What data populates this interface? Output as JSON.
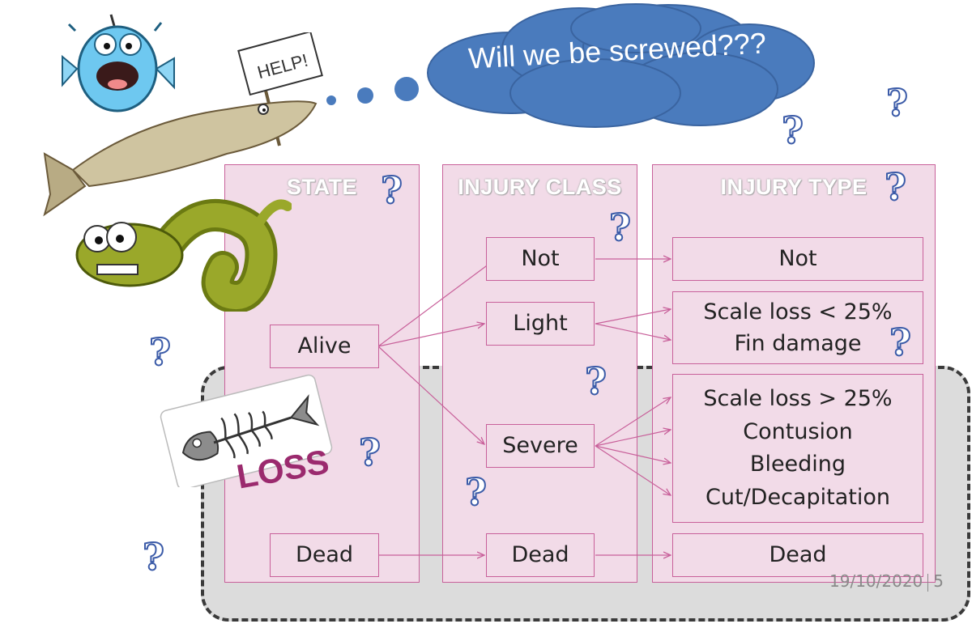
{
  "cloud_text": "Will we be screwed???",
  "help_sign": "HELP!",
  "loss_label": "LOSS",
  "columns": {
    "state": "STATE",
    "injury_class": "INJURY CLASS",
    "injury_type": "INJURY TYPE"
  },
  "state_boxes": {
    "alive": "Alive",
    "dead": "Dead"
  },
  "class_boxes": {
    "not": "Not",
    "light": "Light",
    "severe": "Severe",
    "dead": "Dead"
  },
  "type_boxes": {
    "not": "Not",
    "light_lines": [
      "Scale loss < 25%",
      "Fin damage"
    ],
    "severe_lines": [
      "Scale loss > 25%",
      "Contusion",
      "Bleeding",
      "Cut/Decapitation"
    ],
    "dead": "Dead"
  },
  "question_mark": "?",
  "footer": {
    "date": "19/10/2020",
    "page": "5"
  },
  "colors": {
    "accent": "#c8609a",
    "box_fill": "#f2dbe8",
    "cloud": "#4a7bbd",
    "loss": "#9b2a6e"
  }
}
